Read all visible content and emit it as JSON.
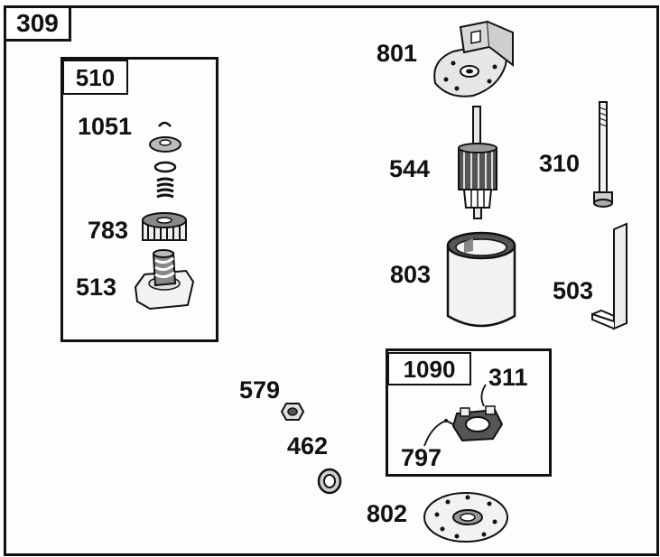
{
  "diagram": {
    "kit_309": {
      "label": "309"
    },
    "kit_510": {
      "label": "510"
    },
    "kit_1090": {
      "label": "1090"
    },
    "parts": {
      "p801": "801",
      "p544": "544",
      "p310": "310",
      "p803": "803",
      "p503": "503",
      "p1051": "1051",
      "p783": "783",
      "p513": "513",
      "p579": "579",
      "p462": "462",
      "p311": "311",
      "p797": "797",
      "p802": "802"
    }
  }
}
